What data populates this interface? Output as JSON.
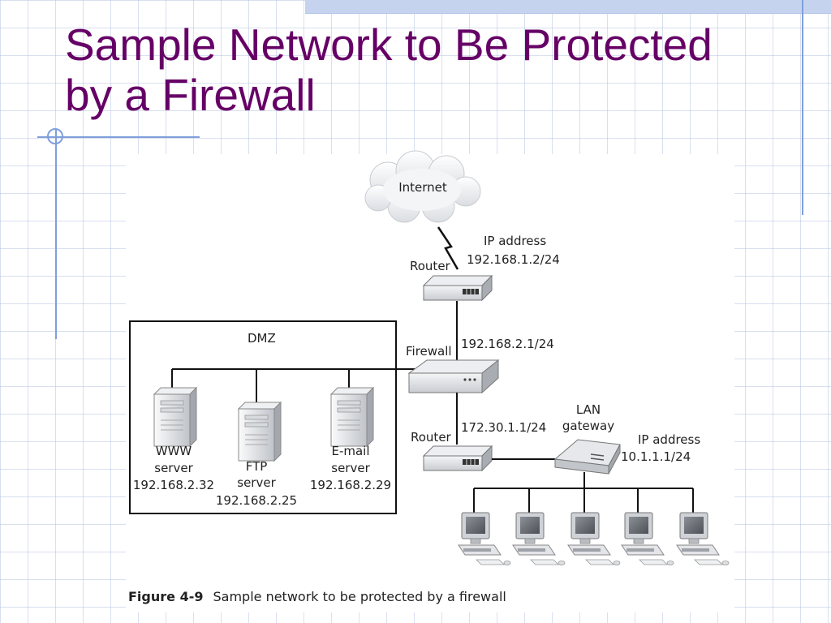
{
  "slide": {
    "title_line1": "Sample Network to Be Protected",
    "title_line2": "by a Firewall"
  },
  "diagram": {
    "internet_label": "Internet",
    "router_top_label": "Router",
    "router_top_ip_heading": "IP address",
    "router_top_ip": "192.168.1.2/24",
    "firewall_label": "Firewall",
    "firewall_ip": "192.168.2.1/24",
    "dmz_label": "DMZ",
    "www_label_1": "WWW",
    "www_label_2": "server",
    "www_ip": "192.168.2.32",
    "ftp_label_1": "FTP",
    "ftp_label_2": "server",
    "ftp_ip": "192.168.2.25",
    "email_label_1": "E-mail",
    "email_label_2": "server",
    "email_ip": "192.168.2.29",
    "router_bottom_label": "Router",
    "router_bottom_ip": "172.30.1.1/24",
    "lan_gateway_label_1": "LAN",
    "lan_gateway_label_2": "gateway",
    "lan_ip_heading": "IP address",
    "lan_ip": "10.1.1.1/24"
  },
  "caption": {
    "figure_number": "Figure 4-9",
    "text": "Sample network to be protected by a firewall"
  },
  "colors": {
    "title": "#660066",
    "grid_lines": "#aab9dc",
    "accent_lines": "#7f9fdb"
  }
}
